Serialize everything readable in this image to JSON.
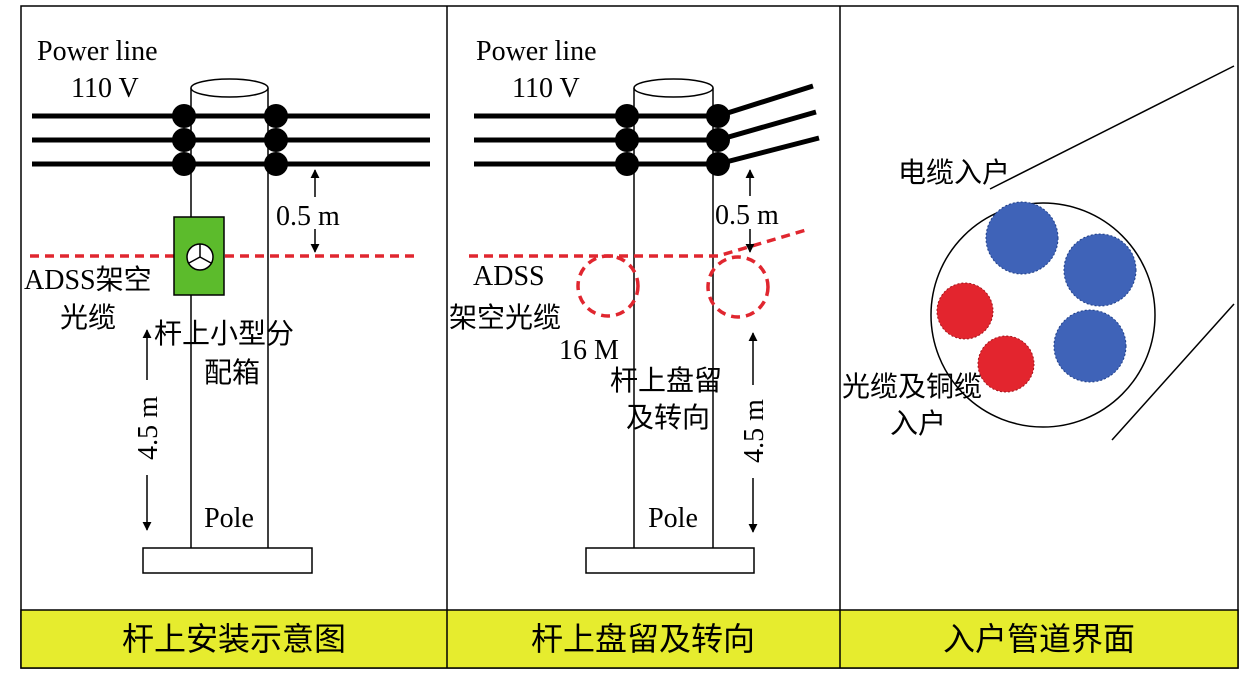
{
  "colors": {
    "caption_bg": "#e6ec2e",
    "cable_red_dashed": "#e0262f",
    "distribution_box": "#5cbb2c",
    "blue_duct": "#3f63b8",
    "red_duct": "#e3252e"
  },
  "panel1": {
    "power_line": "Power line",
    "voltage": "110 V",
    "clearance": "0.5 m",
    "adss_line1": "ADSS架空",
    "adss_line2": "光缆",
    "box_line1": "杆上小型分",
    "box_line2": "配箱",
    "height": "4.5 m",
    "pole": "Pole",
    "caption": "杆上安装示意图"
  },
  "panel2": {
    "power_line": "Power line",
    "voltage": "110 V",
    "clearance": "0.5 m",
    "adss_line1": "ADSS",
    "adss_line2": "架空光缆",
    "slack_length": "16 M",
    "coil_line1": "杆上盘留",
    "coil_line2": "及转向",
    "height": "4.5 m",
    "pole": "Pole",
    "caption": "杆上盘留及转向"
  },
  "panel3": {
    "cable_entry": "电缆入户",
    "fiber_line1": "光缆及铜缆",
    "fiber_line2": "入户",
    "caption": "入户管道界面"
  }
}
